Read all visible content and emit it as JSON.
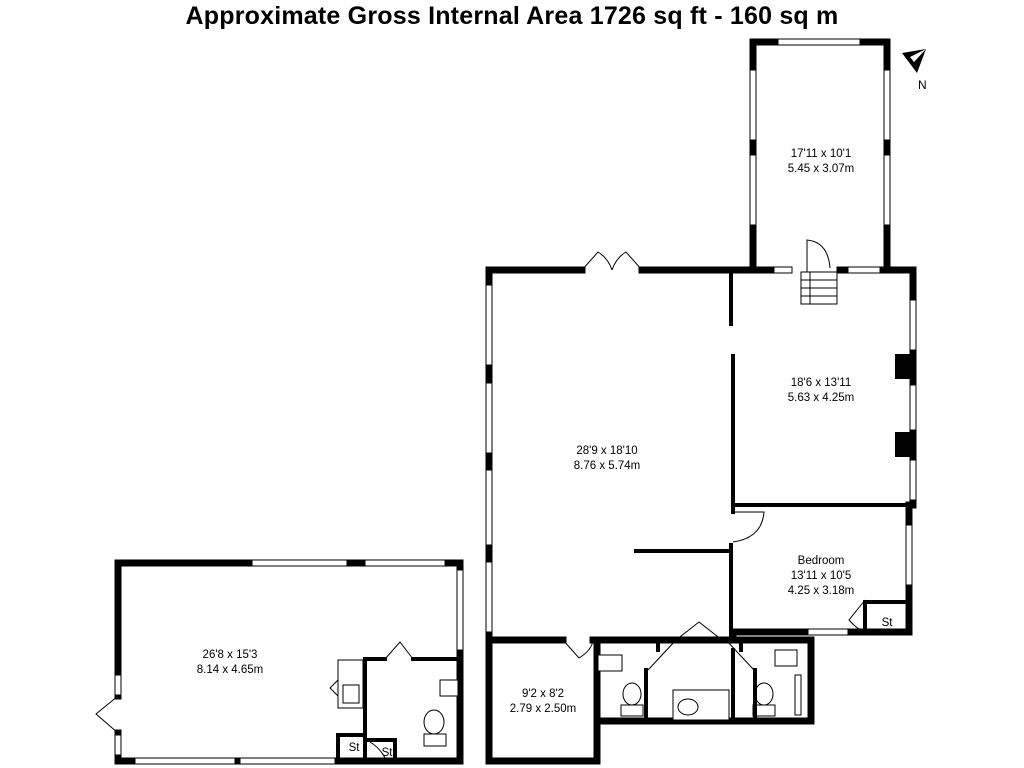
{
  "title": "Approximate Gross Internal Area 1726 sq ft - 160 sq m",
  "north_label": "N",
  "rooms": {
    "conservatory": {
      "imperial": "17'11 x 10'1",
      "metric": "5.45 x 3.07m"
    },
    "reception": {
      "imperial": "18'6 x 13'11",
      "metric": "5.63 x 4.25m"
    },
    "main_room": {
      "imperial": "28'9 x 18'10",
      "metric": "8.76 x 5.74m"
    },
    "bedroom": {
      "name": "Bedroom",
      "imperial": "13'11 x 10'5",
      "metric": "4.25 x 3.18m"
    },
    "small_room": {
      "imperial": "9'2 x 8'2",
      "metric": "2.79 x 2.50m"
    },
    "annexe": {
      "imperial": "26'8 x 15'3",
      "metric": "8.14 x 4.65m"
    }
  },
  "storage_labels": {
    "bedroom_store": "St",
    "annexe_store_1": "St",
    "annexe_store_2": "St"
  }
}
